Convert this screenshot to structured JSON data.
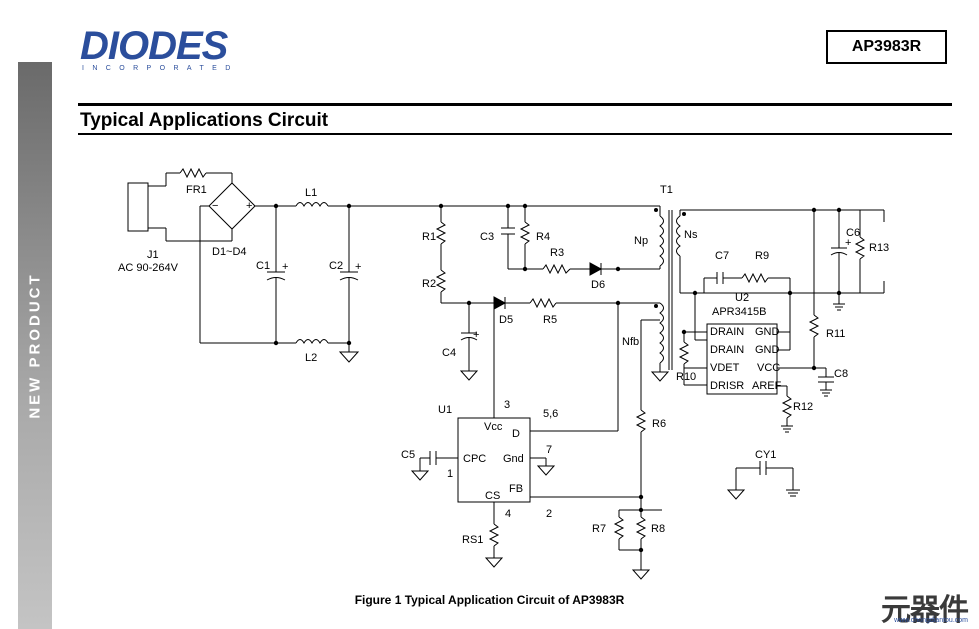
{
  "header": {
    "logo_text": "DIODES",
    "logo_subtext": "INCORPORATED",
    "part_number": "AP3983R",
    "brand_color": "#2b4e9c"
  },
  "sidebar": {
    "label": "NEW PRODUCT"
  },
  "section": {
    "title": "Typical Applications Circuit"
  },
  "schematic": {
    "labels": {
      "fr1": "FR1",
      "j1": "J1",
      "ac_input": "AC 90-264V",
      "d1d4": "D1~D4",
      "l1": "L1",
      "l2": "L2",
      "c1": "C1",
      "c2": "C2",
      "r1": "R1",
      "r2": "R2",
      "c3": "C3",
      "r4": "R4",
      "r3": "R3",
      "d6": "D6",
      "d5": "D5",
      "r5": "R5",
      "c4": "C4",
      "t1": "T1",
      "np": "Np",
      "nfb": "Nfb",
      "ns": "Ns",
      "u1": "U1",
      "vcc": "Vcc",
      "d_pin": "D",
      "gnd_pin": "Gnd",
      "cpc": "CPC",
      "cs": "CS",
      "fb": "FB",
      "pin3": "3",
      "pin56": "5,6",
      "pin7": "7",
      "pin1": "1",
      "pin4": "4",
      "pin2": "2",
      "c5": "C5",
      "rs1": "RS1",
      "r6": "R6",
      "r7": "R7",
      "r8": "R8",
      "c7": "C7",
      "r9": "R9",
      "u2": "U2",
      "u2_part": "APR3415B",
      "drain1": "DRAIN",
      "drain2": "DRAIN",
      "vdet": "VDET",
      "drisr": "DRISR",
      "gnd_a": "GND",
      "gnd_b": "GND",
      "vcc2": "VCC",
      "aref": "AREF",
      "r10": "R10",
      "r11": "R11",
      "r12": "R12",
      "c8": "C8",
      "c6": "C6",
      "r13": "R13",
      "cy1": "CY1"
    }
  },
  "caption": "Figure 1 Typical Application Circuit of AP3983R",
  "watermark": {
    "text": "元器件",
    "url": "www.chongdiantou.com"
  }
}
